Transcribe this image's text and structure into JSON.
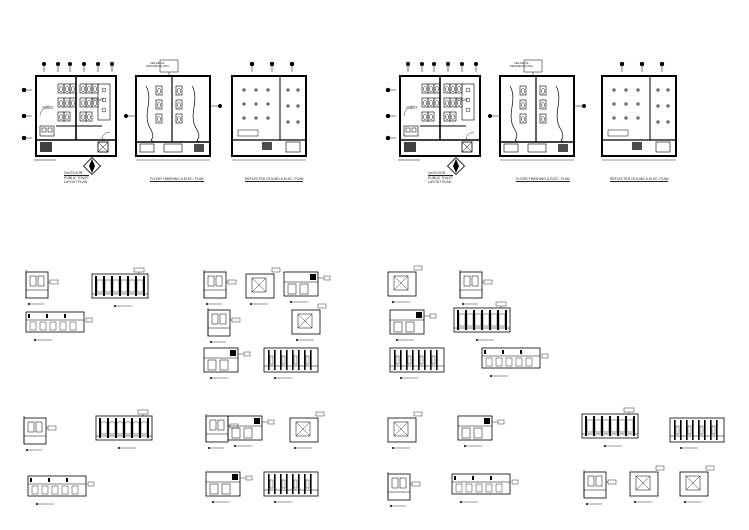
{
  "plans": {
    "left": {
      "layout_title_l1": "2nd FLOOR",
      "layout_title_l2": "PUBLIC TOILET",
      "layout_title_l3": "LAYOUT PLAN",
      "floor_title": "FLOOR FINISHING & ELEC. PLAN",
      "ceiling_title": "REFLECTED CEILING & ELEC. PLAN",
      "room_left": "TOILET",
      "room_right": "TOILET",
      "top_note_l1": "SEE DETAIL",
      "top_note_l2": "REFERENCE DWG"
    },
    "right": {
      "layout_title_l1": "1st FLOOR",
      "layout_title_l2": "PUBLIC TOILET",
      "layout_title_l3": "LAYOUT PLAN",
      "floor_title": "FLOOR FINISHING & ELEC. PLAN",
      "ceiling_title": "REFLECTED CEILING & ELEC. PLAN",
      "room_left": "TOILET",
      "room_right": "TOILET",
      "top_note_l1": "SEE DETAIL",
      "top_note_l2": "REFERENCE DWG"
    }
  },
  "colors": {
    "line": "#000000",
    "paper": "#ffffff"
  }
}
